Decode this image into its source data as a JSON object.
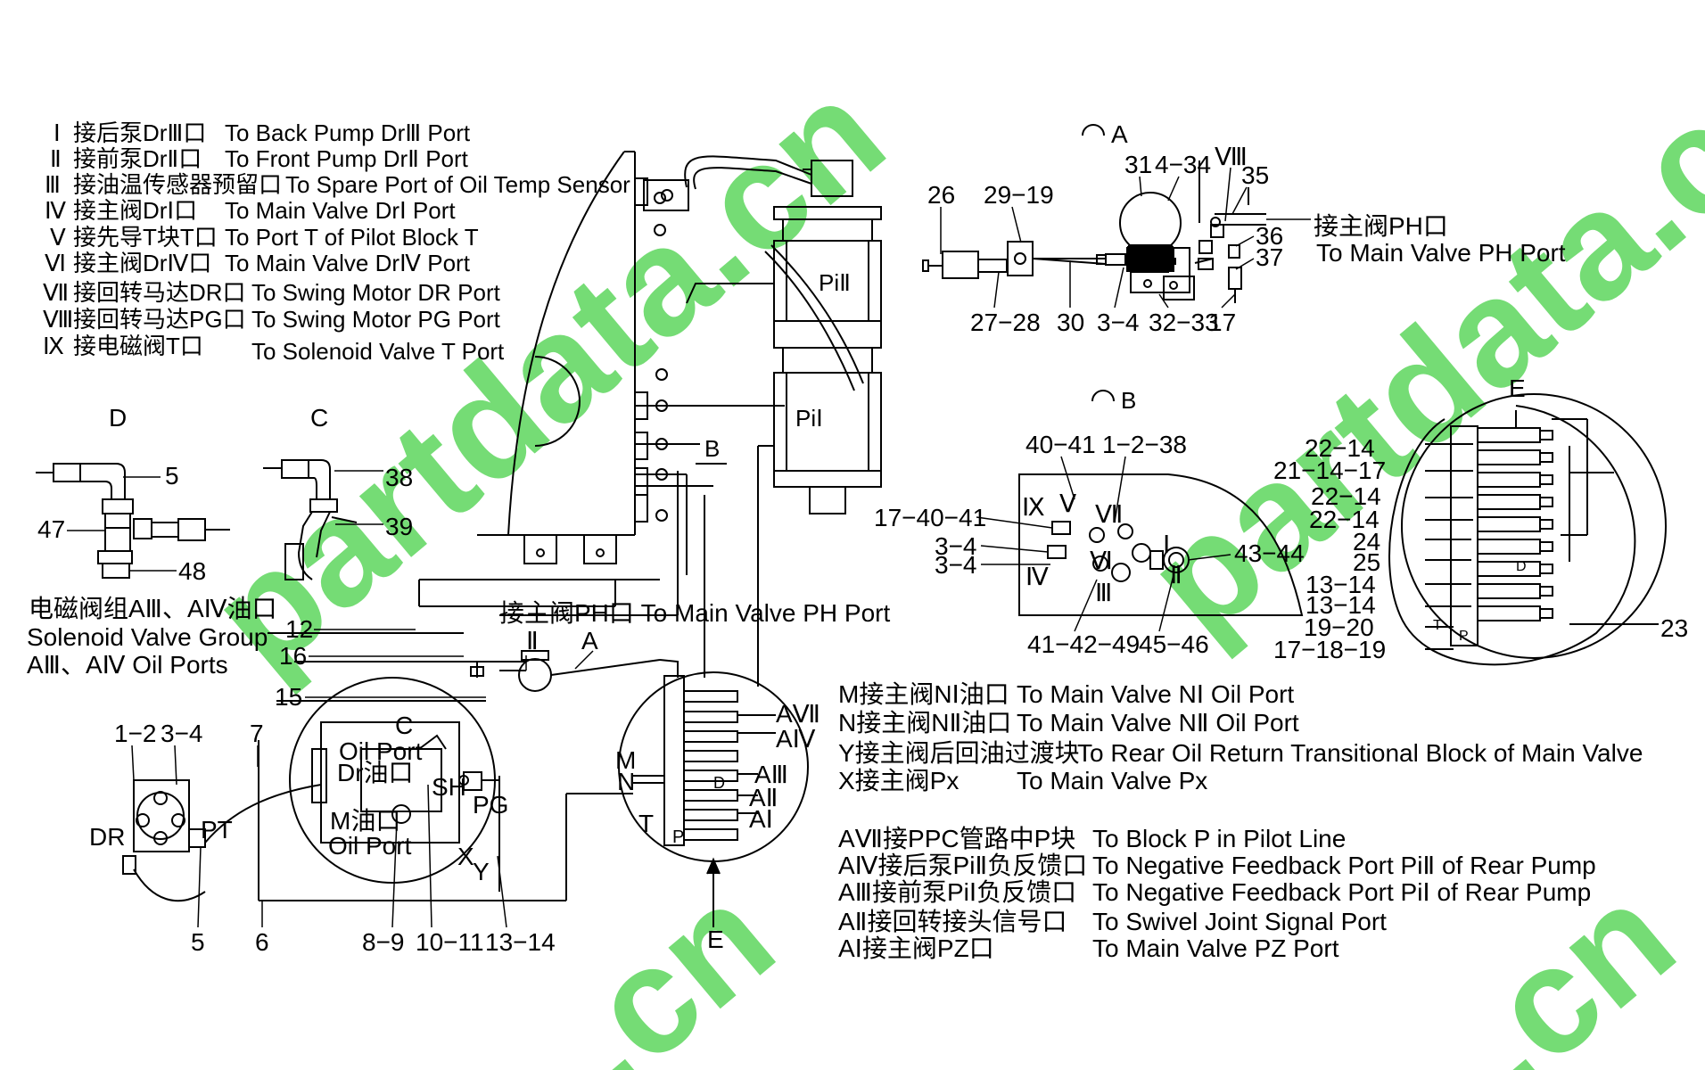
{
  "legend_top": [
    {
      "num": "Ⅰ",
      "cn": "接后泵DrⅢ口",
      "en": "To Back Pump DrⅢ Port"
    },
    {
      "num": "Ⅱ",
      "cn": "接前泵DrⅡ口",
      "en": "To Front Pump DrⅡ Port"
    },
    {
      "num": "Ⅲ",
      "cn": "接油温传感器预留口",
      "en": "To Spare Port of Oil Temp Sensor"
    },
    {
      "num": "Ⅳ",
      "cn": "接主阀DrⅠ口",
      "en": "To Main Valve DrⅠ Port"
    },
    {
      "num": "Ⅴ",
      "cn": "接先导T块T口",
      "en": "To Port T of Pilot Block T"
    },
    {
      "num": "Ⅵ",
      "cn": "接主阀DrⅣ口",
      "en": "To Main Valve DrⅣ Port"
    },
    {
      "num": "Ⅶ",
      "cn": "接回转马达DR口",
      "en": "To Swing Motor DR Port"
    },
    {
      "num": "Ⅷ",
      "cn": "接回转马达PG口",
      "en": "To Swing Motor PG Port"
    },
    {
      "num": "Ⅸ",
      "cn": "接电磁阀T口",
      "en": "To Solenoid Valve T Port"
    }
  ],
  "solenoid_note": {
    "line1": "电磁阀组AⅢ、AⅣ油口",
    "line2": "Solenoid Valve  Group",
    "line3": "AⅢ、AⅣ Oil Ports"
  },
  "main_valve_ph_top": {
    "cn": "接主阀PH口",
    "en": "To Main Valve PH Port"
  },
  "main_valve_ph_mid": "接主阀PH口 To Main Valve PH Port",
  "legend_mid": [
    {
      "cn": "M接主阀NⅠ油口",
      "en": "To Main Valve NⅠ Oil Port"
    },
    {
      "cn": "N接主阀NⅡ油口",
      "en": "To Main Valve NⅡ Oil Port"
    },
    {
      "cn": "Y接主阀后回油过渡块",
      "en": "To Rear Oil Return Transitional Block of Main Valve"
    },
    {
      "cn": "X接主阀Px",
      "en": "To Main Valve Px"
    }
  ],
  "legend_bottom": [
    {
      "cn": "AⅦ接PPC管路中P块",
      "en": "To Block P in Pilot Line"
    },
    {
      "cn": "AⅣ接后泵PiⅡ负反馈口",
      "en": "To Negative Feedback Port PiⅡ of Rear Pump"
    },
    {
      "cn": "AⅢ接前泵PiⅠ负反馈口",
      "en": "To Negative Feedback Port PiⅠ of Rear Pump"
    },
    {
      "cn": "AⅡ接回转接头信号口",
      "en": "To Swivel Joint Signal Port"
    },
    {
      "cn": "AⅠ接主阀PZ口",
      "en": "To Main Valve PZ Port"
    }
  ],
  "view_labels": {
    "a": "A",
    "b": "B",
    "c": "C",
    "d": "D",
    "e": "E",
    "b_section": "B",
    "a_arrow": "A",
    "e_arrow": "E"
  },
  "pump_labels": {
    "pi2": "PiⅡ",
    "pi1": "PiⅠ"
  },
  "view_a_parts": {
    "p26": "26",
    "p29_19": "29−19",
    "p31": "31",
    "p4_34": "4−34",
    "p8": "Ⅷ",
    "p35": "35",
    "p36": "36",
    "p37": "37",
    "p27_28": "27−28",
    "p30": "30",
    "p3_4": "3−4",
    "p32_33": "32−33",
    "p17": "17"
  },
  "view_b_parts": {
    "p40_41": "40−41",
    "p1_2_38": "1−2−38",
    "p17_40_41": "17−40−41",
    "p3_4a": "3−4",
    "p3_4b": "3−4",
    "r9": "Ⅸ",
    "r5": "Ⅴ",
    "r7": "Ⅶ",
    "r6": "Ⅵ",
    "r4": "Ⅳ",
    "r3": "Ⅲ",
    "r1": "Ⅰ",
    "r2": "Ⅱ",
    "p43_44": "43−44",
    "p41_42_49": "41−42−49",
    "p45_46": "45−46"
  },
  "view_e_parts": {
    "a": "22−14",
    "b": "21−14−17",
    "c": "22−14",
    "d": "22−14",
    "e": "24",
    "f": "25",
    "g": "13−14",
    "h": "13−14",
    "i": "19−20",
    "j": "17−18−19",
    "k": "23",
    "d_in": "D",
    "t_in": "T",
    "p_in": "P"
  },
  "view_d_parts": {
    "p5": "5",
    "p47": "47",
    "p48": "48"
  },
  "view_c_parts": {
    "p38": "38",
    "p39": "39"
  },
  "swing_parts": {
    "p12": "12",
    "p16": "16",
    "p15": "15",
    "p1_2": "1−2",
    "p3_4": "3−4",
    "p7": "7",
    "dr": "DR",
    "pt": "PT",
    "p5": "5",
    "p6": "6",
    "p8_9": "8−9",
    "p10_11": "10−11",
    "p13_14": "13−14",
    "c": "C",
    "oil_port": "Oil Port",
    "dr_oil": "Dr油口",
    "sh": "SH",
    "pg": "PG",
    "m_oil": "M油口",
    "oil_port2": "Oil Port",
    "x": "X",
    "y": "Y",
    "ii": "Ⅱ"
  },
  "valve_parts": {
    "a7": "AⅦ",
    "a4": "AⅣ",
    "a3": "AⅢ",
    "a2": "AⅡ",
    "a1": "AⅠ",
    "m": "M",
    "n": "N",
    "d": "D",
    "t": "T",
    "p": "P"
  },
  "watermark": "partdata.cn"
}
